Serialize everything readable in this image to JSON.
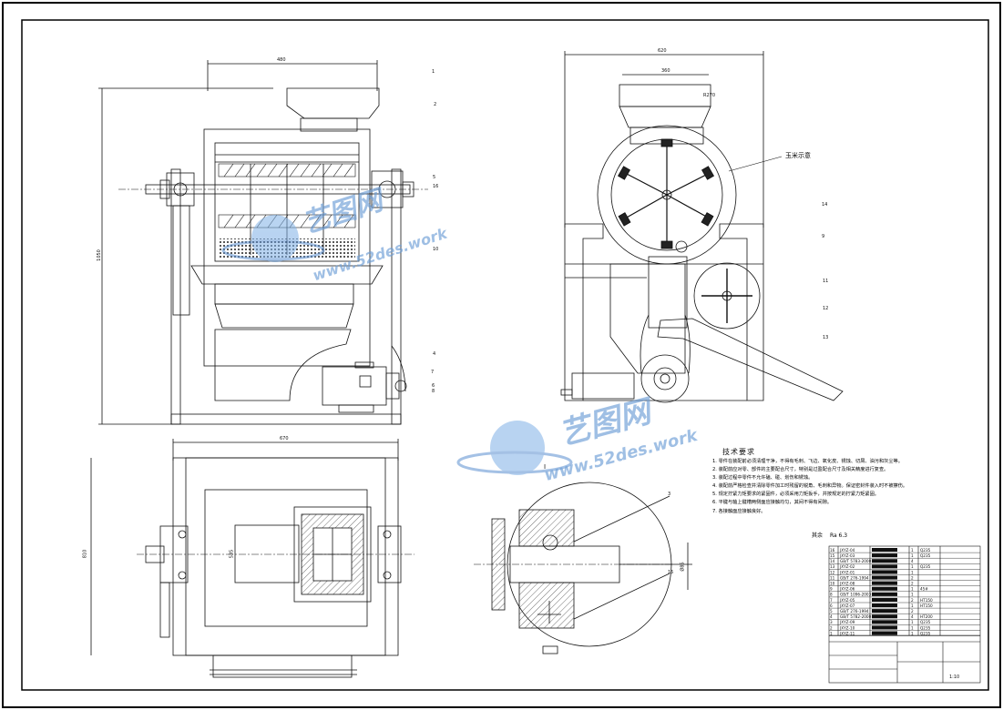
{
  "view_labels": {
    "front_width": "480",
    "front_height": "1050",
    "side_width": "670",
    "top_width": "670",
    "top_height": "810",
    "right_overall_width": "620",
    "right_hopper_width": "360",
    "radius": "R270",
    "inner_dim": "535",
    "section_label": "I",
    "section_dim": "Ø85"
  },
  "callouts": {
    "corn_label": "玉米示意",
    "balloons": [
      "1",
      "2",
      "3",
      "4",
      "5",
      "6",
      "7",
      "8",
      "9",
      "10",
      "11",
      "12",
      "13",
      "14",
      "15",
      "16"
    ]
  },
  "tech_requirements": {
    "title": "技术要求",
    "lines": [
      "1. 零件在装配前必须清理干净，不得有毛刺、飞边、氧化皮、锈蚀、切屑、油污和灰尘等。",
      "2. 装配前应对零、部件的主要配合尺寸，特别是过盈配合尺寸及相关精度进行复查。",
      "3. 装配过程中零件不允许磕、碰、划伤和锈蚀。",
      "4. 装配前严格检查并清除零件加工时残留的锐角、毛刺和异物。保证密封件装入时不被擦伤。",
      "5. 规定拧紧力矩要求的紧固件，必须采用力矩扳手，并按规定的拧紧力矩紧固。",
      "6. 平键与轴上键槽两侧面应接触均匀，其间不得有间隙。",
      "7. 各接触面应接触良好。"
    ],
    "roughness": "其余",
    "roughness_value": "Ra 6.3"
  },
  "watermark": {
    "brand": "艺图网",
    "url": "www.52des.work"
  },
  "bom": {
    "rows": [
      [
        "16",
        "JXYZ-04",
        "",
        "1",
        "Q235"
      ],
      [
        "15",
        "JXYZ-03",
        "",
        "1",
        "Q235"
      ],
      [
        "14",
        "GB/T 5783-2000",
        "",
        "4",
        ""
      ],
      [
        "13",
        "JXYZ-02",
        "",
        "1",
        "Q235"
      ],
      [
        "12",
        "JXYZ-01",
        "",
        "1",
        ""
      ],
      [
        "11",
        "GB/T 276-1994",
        "",
        "2",
        ""
      ],
      [
        "10",
        "JXYZ-08",
        "",
        "2",
        ""
      ],
      [
        "9",
        "JXYZ-06",
        "",
        "1",
        "45#"
      ],
      [
        "8",
        "GB/T 1096-2003",
        "",
        "1",
        ""
      ],
      [
        "7",
        "JXYZ-05",
        "",
        "2",
        "HT150"
      ],
      [
        "6",
        "JXYZ-07",
        "",
        "1",
        "HT150"
      ],
      [
        "5",
        "GB/T 276-1994",
        "",
        "2",
        ""
      ],
      [
        "4",
        "GB/T 5782-2000",
        "",
        "4",
        "HT200"
      ],
      [
        "3",
        "JXYZ-09",
        "",
        "1",
        "Q235"
      ],
      [
        "2",
        "JXYZ-10",
        "",
        "1",
        "Q235"
      ],
      [
        "1",
        "JXYZ-11",
        "",
        "1",
        "Q235"
      ]
    ],
    "title_block_scale": "1:10"
  },
  "colors": {
    "line": "#111111",
    "hatch": "#333333",
    "watermark": "#5b8fd0",
    "border": "#000000"
  }
}
